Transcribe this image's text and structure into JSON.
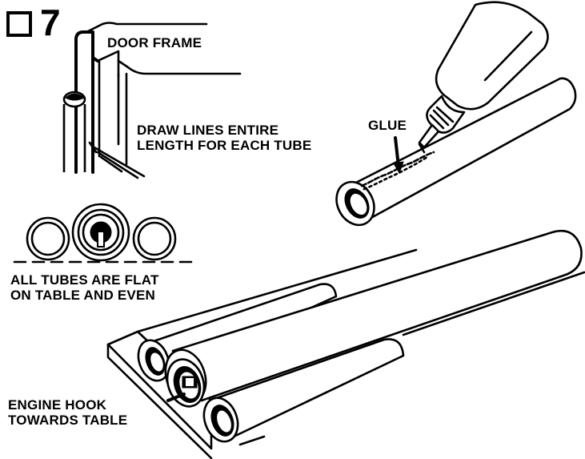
{
  "step": {
    "number": "7"
  },
  "labels": {
    "door_frame": "DOOR FRAME",
    "draw_lines": "DRAW LINES ENTIRE\nLENGTH FOR EACH TUBE",
    "glue": "GLUE",
    "flat_tubes": "ALL TUBES ARE FLAT\nON TABLE AND EVEN",
    "engine_hook": "ENGINE HOOK\nTOWARDS TABLE"
  }
}
